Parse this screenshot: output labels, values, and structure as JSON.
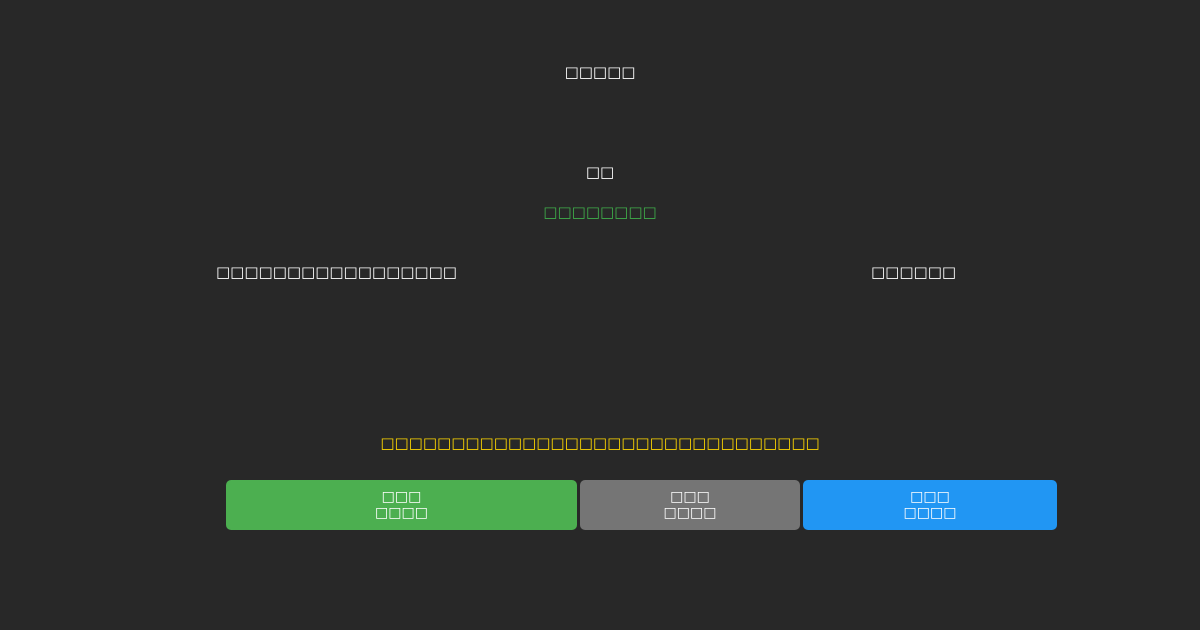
{
  "header": {
    "title": "□□□□□"
  },
  "status": {
    "line1": "□□",
    "line2": "□□□□□□□□"
  },
  "info": {
    "left": "□□□□□□□□□□□□□□□□□",
    "right": "□□□□□□"
  },
  "instruction": {
    "text": "□□□□□□□□□□□□□□□□□□□□□□□□□□□□□□□"
  },
  "buttons": [
    {
      "name": "green",
      "line1": "□□□",
      "line2": "□□□□",
      "color": "#4caf50",
      "text_color": "#ffffff"
    },
    {
      "name": "gray",
      "line1": "□□□",
      "line2": "□□□□",
      "color": "#757575",
      "text_color": "#ffffff"
    },
    {
      "name": "blue",
      "line1": "□□□",
      "line2": "□□□□",
      "color": "#2196f3",
      "text_color": "#ffffff"
    }
  ],
  "colors": {
    "background": "#282828",
    "primary_text": "#ffffff",
    "success_text": "#3fae4a",
    "highlight_text": "#ffd700",
    "button_green": "#4caf50",
    "button_gray": "#757575",
    "button_blue": "#2196f3"
  }
}
